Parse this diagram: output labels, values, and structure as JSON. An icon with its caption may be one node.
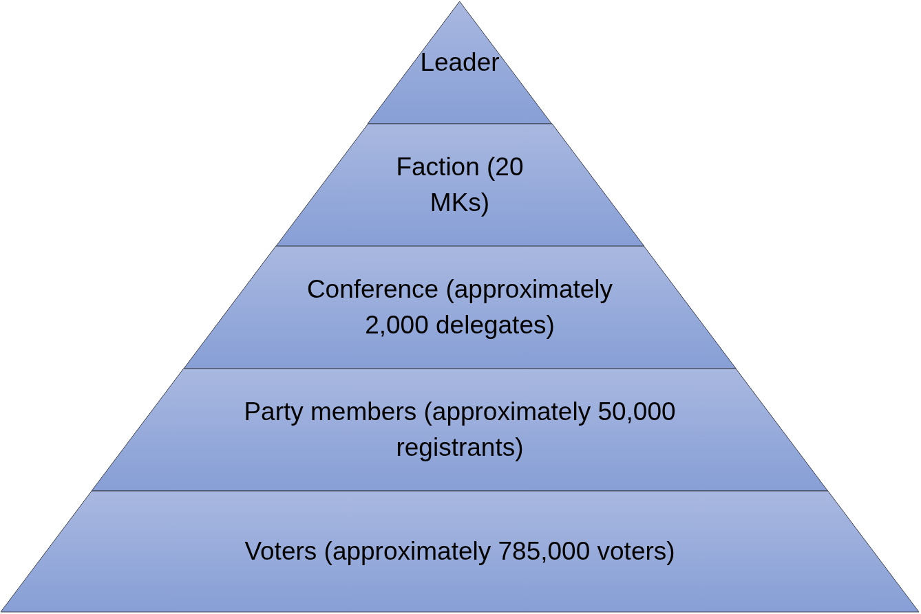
{
  "diagram": {
    "nodes": [
      {
        "text": [
          "Leader"
        ]
      },
      {
        "text": [
          "Faction (20 MKs)"
        ]
      },
      {
        "text": [
          "Conference (approximately 2,000 delegates)"
        ]
      },
      {
        "text": [
          "Party members (approximately 50,000 registrants)"
        ]
      },
      {
        "text": [
          "Voters (approximately 785,000 voters)"
        ]
      }
    ]
  }
}
